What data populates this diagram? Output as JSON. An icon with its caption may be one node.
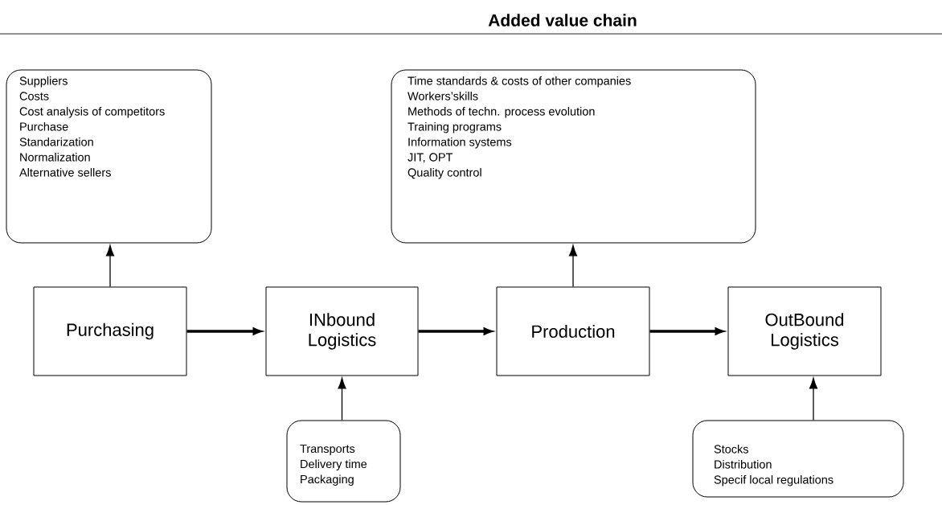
{
  "diagram": {
    "title": "Added value chain",
    "nodes": [
      {
        "text": [
          "Purchasing"
        ]
      },
      {
        "text": [
          "INbound Logistics"
        ]
      },
      {
        "text": [
          "Production"
        ]
      },
      {
        "text": [
          "OutBound Logistics"
        ]
      },
      {
        "text": [
          "Suppliers",
          "Costs",
          "Cost analysis of competitors",
          "Purchase",
          "Standarization",
          "Normalization",
          "Alternative sellers"
        ]
      },
      {
        "text": [
          "Time standards & costs of other companies",
          "Workers’skills",
          "Methods of techn. process evolution",
          "Training programs",
          "Information systems",
          "JIT, OPT",
          "Quality control"
        ]
      },
      {
        "text": [
          "Transports",
          "Delivery time",
          "Packaging"
        ]
      },
      {
        "text": [
          "Stocks",
          "Distribution",
          "Specif local regulations"
        ]
      }
    ],
    "edges": [
      {
        "from": 0,
        "to": 1,
        "arrow": "to",
        "style": "thick"
      },
      {
        "from": 1,
        "to": 2,
        "arrow": "to",
        "style": "thick"
      },
      {
        "from": 2,
        "to": 3,
        "arrow": "to",
        "style": "thick"
      },
      {
        "from": 0,
        "to": 4,
        "arrow": "to"
      },
      {
        "from": 2,
        "to": 5,
        "arrow": "to"
      },
      {
        "from": 6,
        "to": 1,
        "arrow": "to"
      },
      {
        "from": 7,
        "to": 3,
        "arrow": "to"
      }
    ]
  }
}
